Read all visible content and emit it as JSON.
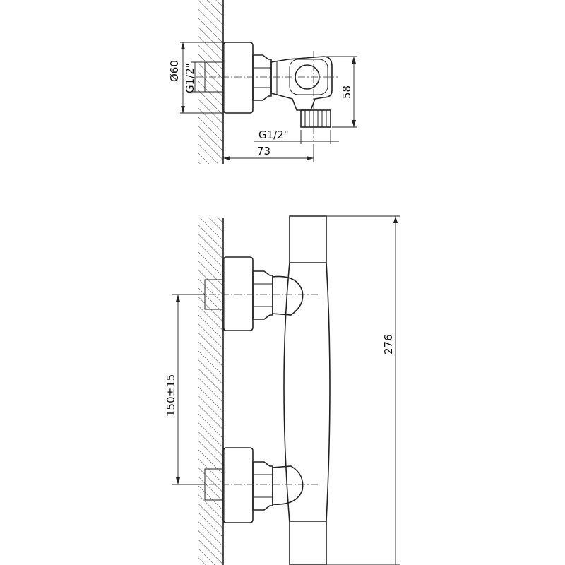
{
  "colors": {
    "line": "#222222",
    "background": "#ffffff"
  },
  "top_view": {
    "diameter_label": "Ø60",
    "inlet_thread_label": "G1/2\"",
    "outlet_thread_label": "G1/2\"",
    "height_label": "58",
    "depth_label": "73"
  },
  "front_view": {
    "spacing_label": "150±15",
    "total_height_label": "276"
  }
}
